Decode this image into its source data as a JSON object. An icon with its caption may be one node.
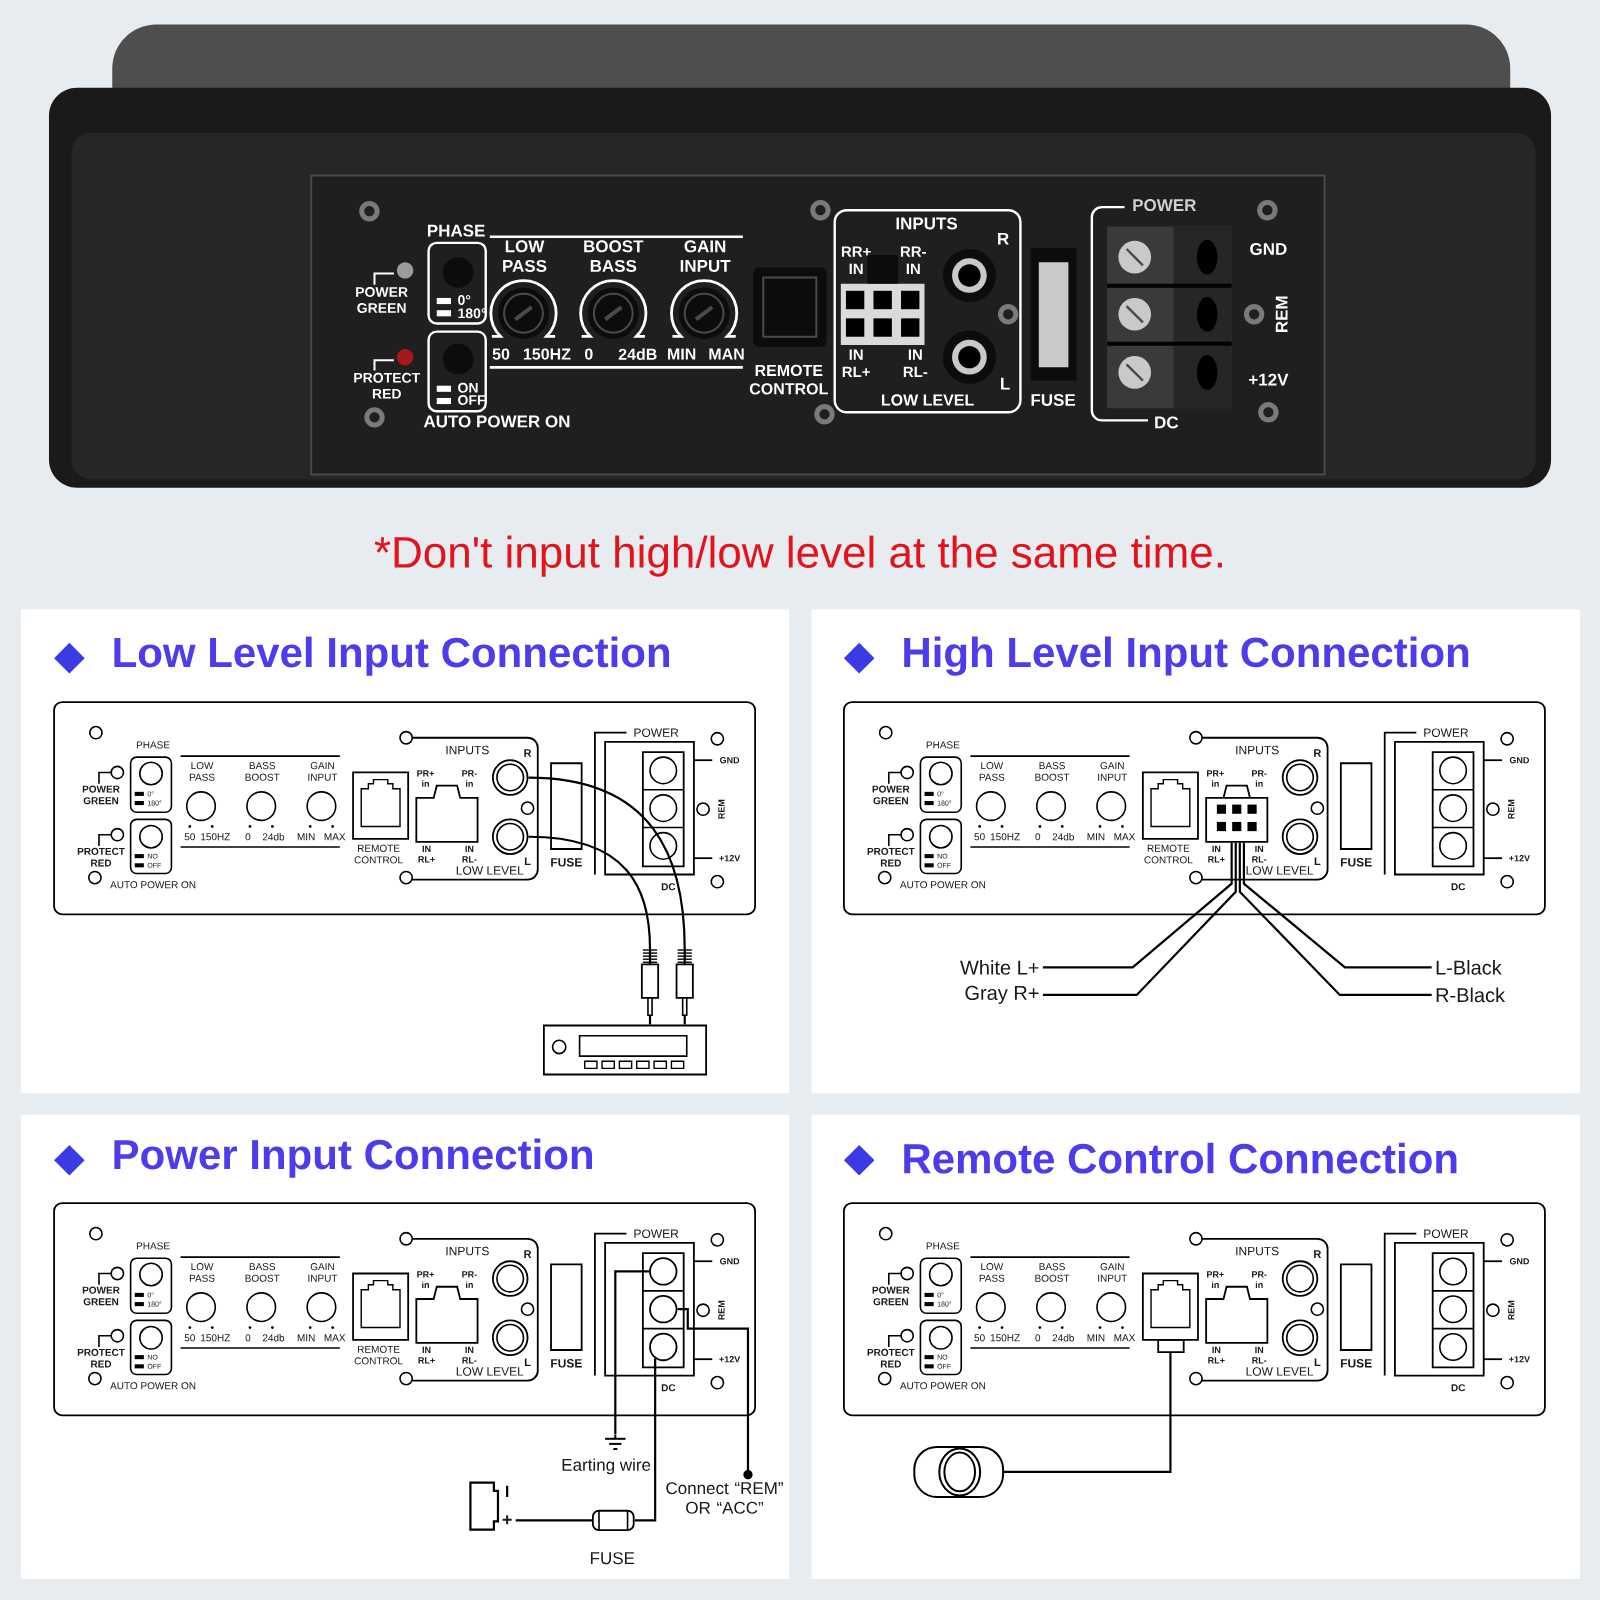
{
  "diagram": {
    "title": "*Don't input high/low level at the same time.",
    "nodes": [
      {
        "text": [
          "Low Level Input Connection"
        ]
      },
      {
        "text": [],
        "shape": "circle",
        "in": 0
      },
      {
        "text": [],
        "shape": "circle",
        "in": 0
      },
      {
        "text": [],
        "shape": "picture",
        "in": 0
      },
      {
        "text": [
          "High Level Input Connection"
        ]
      },
      {
        "text": [],
        "shape": "box",
        "in": 4
      },
      {
        "text": [
          "White L+"
        ],
        "in": 4
      },
      {
        "text": [
          "Gray R+"
        ],
        "in": 4
      },
      {
        "text": [
          "L-Black"
        ],
        "in": 4
      },
      {
        "text": [
          "R-Black"
        ],
        "in": 4
      },
      {
        "text": [
          "Power Input Connection"
        ]
      },
      {
        "text": [],
        "shape": "circle",
        "in": 10
      },
      {
        "text": [],
        "shape": "circle",
        "in": 10
      },
      {
        "text": [],
        "shape": "circle",
        "in": 10
      },
      {
        "text": [],
        "shape": "ground",
        "beside": [
          "Earting wire"
        ],
        "in": 10
      },
      {
        "text": [
          "Connect “REM” OR “ACC”"
        ],
        "in": 10
      },
      {
        "text": [],
        "shape": "box",
        "beside": [
          "FUSE"
        ],
        "in": 10
      },
      {
        "text": [],
        "shape": "battery",
        "beside": [
          "+"
        ],
        "in": 10
      },
      {
        "text": [
          "Remote Control Connection"
        ]
      },
      {
        "text": [],
        "shape": "box",
        "in": 18
      },
      {
        "text": [],
        "shape": "picture",
        "in": 18
      }
    ],
    "edges": [
      {
        "from": 1,
        "to": 3,
        "arrow": "none"
      },
      {
        "from": 2,
        "to": 3,
        "arrow": "none"
      },
      {
        "from": 5,
        "to": 6,
        "arrow": "none"
      },
      {
        "from": 5,
        "to": 7,
        "arrow": "none"
      },
      {
        "from": 5,
        "to": 8,
        "arrow": "none"
      },
      {
        "from": 5,
        "to": 9,
        "arrow": "none"
      },
      {
        "from": 11,
        "to": 14,
        "arrow": "none"
      },
      {
        "from": 12,
        "to": 15,
        "arrow": "none"
      },
      {
        "from": 13,
        "to": 16,
        "arrow": "none"
      },
      {
        "from": 16,
        "to": 17,
        "arrow": "none"
      },
      {
        "from": 19,
        "to": 20,
        "arrow": "none"
      }
    ],
    "labels": [
      "PHASE",
      "LOW PASS",
      "BOOST BASS",
      "GAIN INPUT",
      "POWER GREEN",
      "0°",
      "180°",
      "50",
      "150HZ",
      "0",
      "24dB",
      "MIN",
      "MAN",
      "PROTECT RED",
      "ON",
      "OFF",
      "AUTO POWER ON",
      "REMOTE CONTROL",
      "INPUTS",
      "RR+ IN",
      "RR- IN",
      "IN RL+",
      "IN RL-",
      "R",
      "L",
      "LOW LEVEL",
      "FUSE",
      "POWER",
      "GND",
      "REM",
      "+12V",
      "DC",
      "PHASE",
      "LOW PASS",
      "BASS BOOST",
      "GAIN INPUT",
      "POWER GREEN",
      "0°",
      "180°",
      "50",
      "150HZ",
      "0",
      "24db",
      "MIN",
      "MAX",
      "PROTECT RED",
      "NO",
      "OFF",
      "AUTO POWER ON",
      "REMOTE CONTROL",
      "INPUTS",
      "PR+ in",
      "PR- in",
      "IN RL+",
      "IN RL-",
      "R",
      "L",
      "LOW LEVEL",
      "FUSE",
      "POWER",
      "GND",
      "REM",
      "+12V",
      "DC",
      "PHASE",
      "LOW PASS",
      "BASS BOOST",
      "GAIN INPUT",
      "POWER GREEN",
      "0°",
      "180°",
      "50",
      "150HZ",
      "0",
      "24db",
      "MIN",
      "MAX",
      "PROTECT RED",
      "NO",
      "OFF",
      "AUTO POWER ON",
      "REMOTE CONTROL",
      "INPUTS",
      "PR+ in",
      "PR- in",
      "IN RL+",
      "IN RL-",
      "R",
      "L",
      "LOW LEVEL",
      "FUSE",
      "POWER",
      "GND",
      "REM",
      "+12V",
      "DC",
      "PHASE",
      "LOW PASS",
      "BASS BOOST",
      "GAIN INPUT",
      "POWER GREEN",
      "0°",
      "180°",
      "50",
      "150HZ",
      "0",
      "24db",
      "MIN",
      "MAX",
      "PROTECT RED",
      "NO",
      "OFF",
      "AUTO POWER ON",
      "REMOTE CONTROL",
      "INPUTS",
      "PR+ in",
      "PR- in",
      "IN RL+",
      "IN RL-",
      "R",
      "L",
      "LOW LEVEL",
      "FUSE",
      "POWER",
      "GND",
      "REM",
      "+12V",
      "DC",
      "PHASE",
      "LOW PASS",
      "BASS BOOST",
      "GAIN INPUT",
      "POWER GREEN",
      "0°",
      "180°",
      "50",
      "150HZ",
      "0",
      "24db",
      "MIN",
      "MAX",
      "PROTECT RED",
      "NO",
      "OFF",
      "AUTO POWER ON",
      "INPUTS",
      "PR+ in",
      "PR- in",
      "IN RL+",
      "IN RL-",
      "R",
      "L",
      "LOW LEVEL",
      "FUSE",
      "POWER",
      "GND",
      "REM",
      "+12V",
      "DC"
    ]
  }
}
